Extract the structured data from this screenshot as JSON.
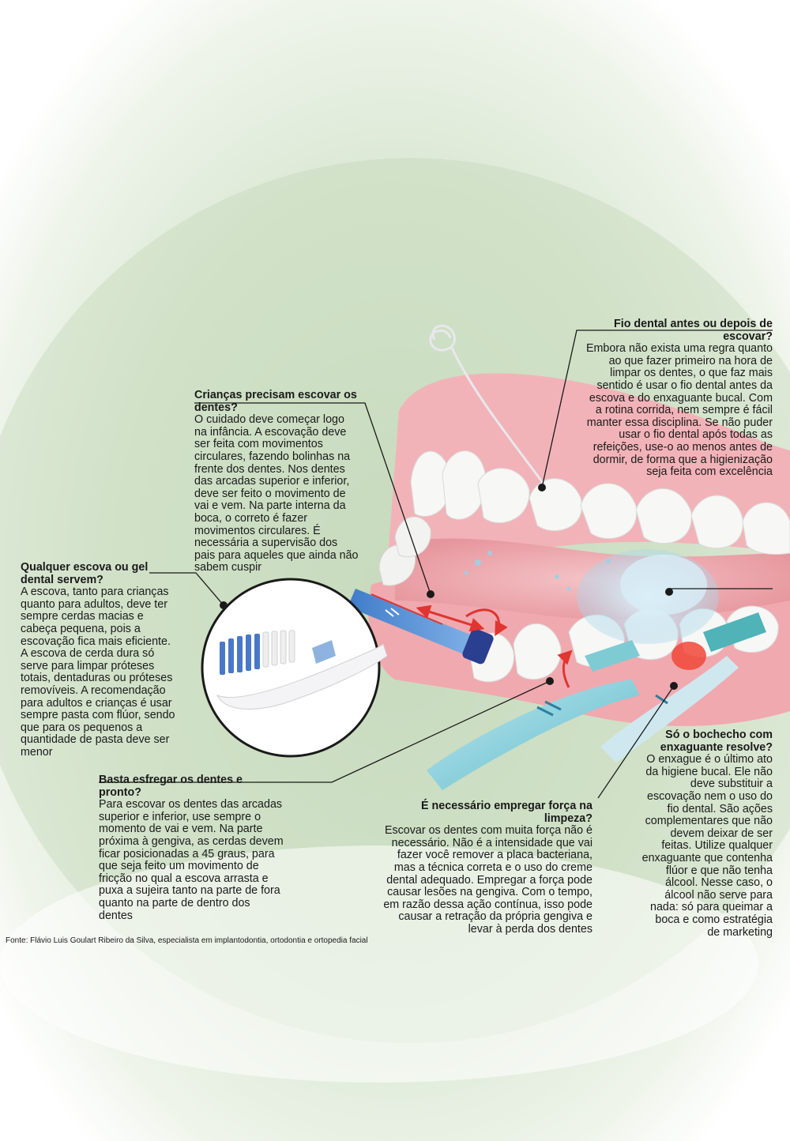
{
  "blocks": {
    "fio": {
      "title": "Fio dental antes ou depois de escovar?",
      "body": "Embora não exista uma regra quanto ao que fazer primeiro na hora de limpar os dentes, o que faz mais sentido é usar o fio dental antes da escova e do enxaguante bucal. Com a rotina corrida, nem sempre é fácil manter essa disciplina. Se não puder usar o fio dental após todas as refeições, use-o ao menos antes de dormir, de forma que a higienização seja feita com excelência"
    },
    "criancas": {
      "title": "Crianças precisam escovar os dentes?",
      "body": "O cuidado deve começar logo na infância. A escovação deve ser feita com movimentos circulares, fazendo bolinhas na frente dos dentes. Nos dentes das arcadas superior e inferior, deve ser feito o movimento de vai e vem. Na parte interna da boca, o correto é fazer movimentos circulares. É necessária a supervisão dos pais para aqueles que ainda não sabem cuspir"
    },
    "escova": {
      "title": "Qualquer escova ou gel dental servem?",
      "body": "A escova, tanto para crianças quanto para adultos, deve ter sempre cerdas macias e cabeça pequena, pois a escovação fica mais eficiente. A escova de cerda dura só serve para limpar próteses totais, dentaduras ou próteses removíveis. A recomendação para adultos e crianças é usar sempre pasta com flúor, sendo que para os pequenos a quantidade de pasta deve ser menor"
    },
    "basta": {
      "title": "Basta esfregar os dentes e pronto?",
      "body": "Para escovar os dentes das arcadas superior e inferior, use sempre o momento de vai e vem. Na parte próxima à gengiva, as cerdas devem ficar posicionadas a 45 graus, para que seja feito um movimento de fricção no qual a escova arrasta e puxa a sujeira tanto na parte de fora quanto na parte de dentro dos dentes"
    },
    "forca": {
      "title": "É necessário empregar força na limpeza?",
      "body": "Escovar os dentes com muita força não é necessário. Não é a intensidade que vai fazer você remover a placa bacteriana, mas a técnica correta e o uso do creme dental adequado. Empregar a força pode causar lesões na gengiva. Com o tempo, em razão dessa ação contínua, isso pode causar a retração da própria gengiva e levar à perda dos dentes"
    },
    "bochecho": {
      "title": "Só o bochecho com enxaguante resolve?",
      "body": "O enxague é o último ato da higiene bucal. Ele não deve substituir a escovação nem o uso do fio dental. São ações complementares que não devem deixar de ser feitas. Utilize qualquer enxaguante que contenha flúor e que não tenha álcool. Nesse caso, o álcool não serve para nada: só para queimar a boca e como estratégia de marketing"
    }
  },
  "source": "Fonte:  Flávio Luis Goulart Ribeiro da Silva, especialista em implantodontia, ortodontia e ortopedia facial",
  "colors": {
    "background_green": "#c8dcbf",
    "gum_pink": "#f2b3b8",
    "tooth_white": "#f7f7f5",
    "brush_blue": "#5d93d6",
    "brush_teal": "#4fb3b8",
    "arrow_red": "#e03530",
    "rinse_blue": "#bfe2f2",
    "leader_line": "#1a1a1a"
  }
}
